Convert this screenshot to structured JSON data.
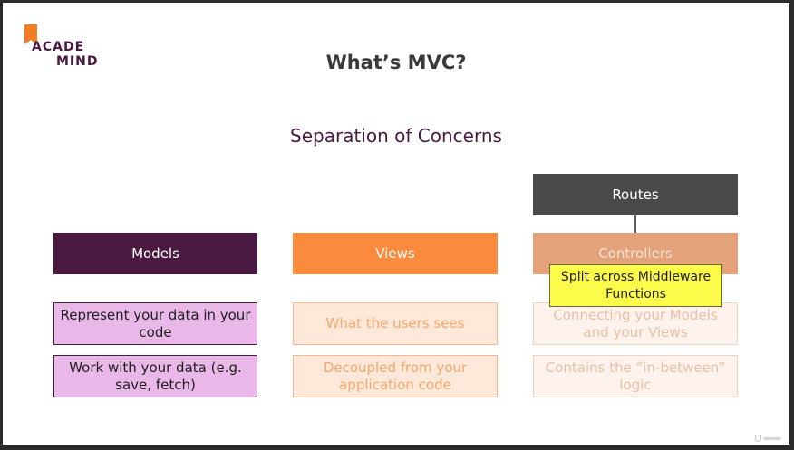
{
  "logo": {
    "line1": "ACADE",
    "line2": "MIND",
    "color": "#4a1942",
    "mark_color": "#f37c20"
  },
  "title": "What’s MVC?",
  "subtitle": "Separation of Concerns",
  "routes": {
    "label": "Routes",
    "color": "#4a4a4a"
  },
  "columns": [
    {
      "header": "Models",
      "color": "#4a1942",
      "items": [
        "Represent your data in your code",
        "Work with your data (e.g. save, fetch)"
      ]
    },
    {
      "header": "Views",
      "color": "#fa8b3c",
      "items": [
        "What the users sees",
        "Decoupled from your application code"
      ]
    },
    {
      "header": "Controllers",
      "color": "#e3a27a",
      "items": [
        "Connecting your Models and your Views",
        "Contains the “in-between” logic"
      ]
    }
  ],
  "tooltip": {
    "text": "Split across Middleware Functions",
    "color": "#fdfb4a"
  },
  "watermark_icon": "udemy-logo-icon"
}
